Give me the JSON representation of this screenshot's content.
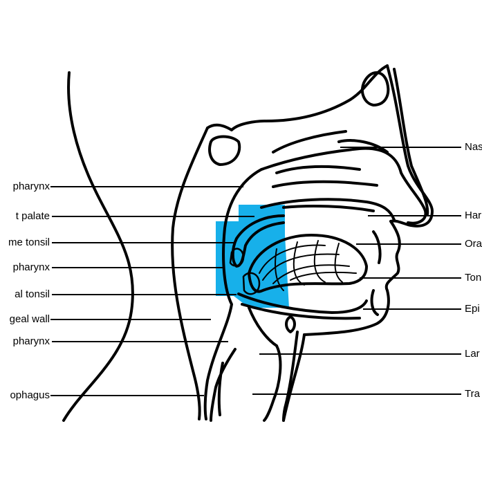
{
  "colors": {
    "highlight": "#17b0ea",
    "line": "#000000"
  },
  "left_labels": [
    "pharynx",
    "t palate",
    "me tonsil",
    "pharynx",
    "al tonsil",
    "geal wall",
    "pharynx",
    "ophagus"
  ],
  "right_labels": [
    "Nas",
    "Har",
    "Ora",
    "Ton",
    "Epi",
    "Lar",
    "Tra"
  ]
}
